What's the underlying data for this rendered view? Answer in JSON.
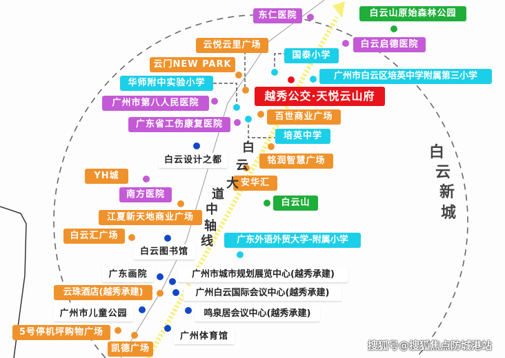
{
  "colors": {
    "commerce": "#f0922b",
    "hospital": "#c45ad6",
    "school": "#1ccfe8",
    "park": "#1fae3a",
    "project": "#e8141b",
    "culture": "#1248c8"
  },
  "labels": [
    {
      "text": "东仁医院",
      "type": "hospital"
    },
    {
      "text": "白云山原始森林公园",
      "type": "park"
    },
    {
      "text": "云悦云里广场",
      "type": "commerce"
    },
    {
      "text": "白云启德医院",
      "type": "hospital"
    },
    {
      "text": "云门NEW PARK",
      "type": "commerce"
    },
    {
      "text": "国泰小学",
      "type": "school"
    },
    {
      "text": "华师附中实验小学",
      "type": "school"
    },
    {
      "text": "广州市白云区培英中学附属第三小学",
      "type": "school"
    },
    {
      "text": "越秀公交·天悦云山府",
      "type": "project"
    },
    {
      "text": "广州市第八人民医院",
      "type": "hospital"
    },
    {
      "text": "百世商业广场",
      "type": "commerce"
    },
    {
      "text": "广东省工伤康复医院",
      "type": "hospital"
    },
    {
      "text": "培英中学",
      "type": "school"
    },
    {
      "text": "白云设计之都",
      "type": "culture"
    },
    {
      "text": "铭润智慧广场",
      "type": "commerce"
    },
    {
      "text": "YH城",
      "type": "commerce"
    },
    {
      "text": "南方医院",
      "type": "hospital"
    },
    {
      "text": "安华汇",
      "type": "commerce"
    },
    {
      "text": "白云山",
      "type": "park"
    },
    {
      "text": "江夏新天地商业广场",
      "type": "commerce"
    },
    {
      "text": "白云汇广场",
      "type": "commerce"
    },
    {
      "text": "白云图书馆",
      "type": "culture"
    },
    {
      "text": "广东外语外贸大学-附属小学",
      "type": "school"
    },
    {
      "text": "广东画院",
      "type": "culture"
    },
    {
      "text": "广州市城市规划展览中心(越秀承建)",
      "type": "culture"
    },
    {
      "text": "云珠酒店(越秀承建)",
      "type": "commerce"
    },
    {
      "text": "广州白云国际会议中心(越秀承建)",
      "type": "culture"
    },
    {
      "text": "广州市儿童公园",
      "type": "culture"
    },
    {
      "text": "鸣泉居会议中心(越秀承建)",
      "type": "culture"
    },
    {
      "text": "5号停机坪购物广场",
      "type": "commerce"
    },
    {
      "text": "广州体育馆",
      "type": "culture"
    },
    {
      "text": "凯德广场",
      "type": "commerce"
    }
  ],
  "axis_label": [
    "白",
    "云",
    "大",
    "道",
    "中",
    "轴",
    "线"
  ],
  "area_label": [
    "白",
    "云",
    "新",
    "城"
  ],
  "watermark": "搜狐号@搜狐焦点防城港站"
}
